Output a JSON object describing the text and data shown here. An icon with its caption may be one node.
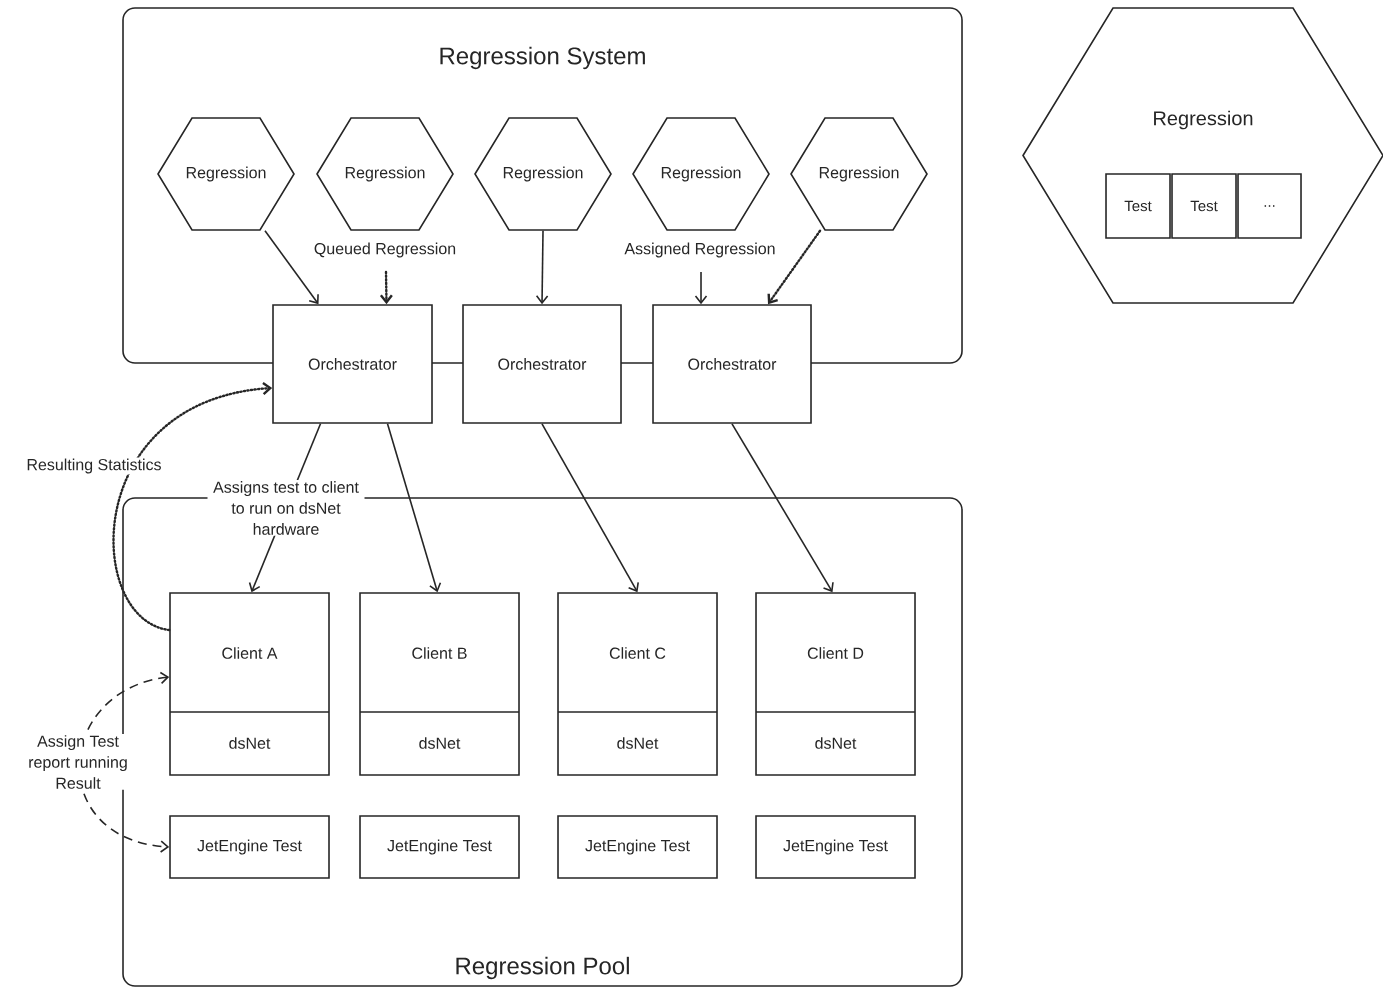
{
  "diagram": {
    "nodes": [
      {
        "text": [
          "Regression System"
        ]
      },
      {
        "text": [
          "Regression"
        ],
        "in": 0
      },
      {
        "text": [
          "Regression"
        ],
        "in": 0
      },
      {
        "text": [
          "Regression"
        ],
        "in": 0
      },
      {
        "text": [
          "Regression"
        ],
        "in": 0
      },
      {
        "text": [
          "Regression"
        ],
        "in": 0
      },
      {
        "text": [
          "Orchestrator"
        ]
      },
      {
        "text": [
          "Orchestrator"
        ]
      },
      {
        "text": [
          "Orchestrator"
        ]
      },
      {
        "text": [
          "Regression Pool"
        ]
      },
      {
        "text": [
          "Client A",
          "dsNet"
        ],
        "in": 9
      },
      {
        "text": [
          "Client B",
          "dsNet"
        ],
        "in": 9
      },
      {
        "text": [
          "Client C",
          "dsNet"
        ],
        "in": 9
      },
      {
        "text": [
          "Client D",
          "dsNet"
        ],
        "in": 9
      },
      {
        "text": [
          "JetEngine Test"
        ],
        "in": 9
      },
      {
        "text": [
          "JetEngine Test"
        ],
        "in": 9
      },
      {
        "text": [
          "JetEngine Test"
        ],
        "in": 9
      },
      {
        "text": [
          "JetEngine Test"
        ],
        "in": 9
      },
      {
        "text": [
          "Regression"
        ]
      },
      {
        "text": [
          "Test"
        ],
        "in": 18
      },
      {
        "text": [
          "Test"
        ],
        "in": 18
      },
      {
        "text": [
          "..."
        ],
        "in": 18
      }
    ],
    "edges": [
      {
        "from": 1,
        "to": 6,
        "arrow": "to"
      },
      {
        "from": 3,
        "to": 7,
        "arrow": "to"
      },
      {
        "from": 5,
        "to": 8,
        "arrow": "to",
        "style": "dashed"
      },
      {
        "from": null,
        "to": 6,
        "arrow": "to",
        "style": "dashed",
        "label": "Queued Regression"
      },
      {
        "from": null,
        "to": 8,
        "arrow": "to",
        "label": "Assigned Regression"
      },
      {
        "from": 6,
        "to": 10,
        "arrow": "to",
        "label": "Assigns test to client to run on dsNet hardware"
      },
      {
        "from": 6,
        "to": 11,
        "arrow": "to"
      },
      {
        "from": 7,
        "to": 12,
        "arrow": "to"
      },
      {
        "from": 8,
        "to": 13,
        "arrow": "to"
      },
      {
        "from": 10,
        "to": 6,
        "arrow": "to",
        "style": "dashed",
        "label": "Resulting Statistics"
      },
      {
        "from": 10,
        "to": 14,
        "arrow": "both",
        "style": "dashed",
        "label": "Assign Test report running Result"
      }
    ]
  }
}
